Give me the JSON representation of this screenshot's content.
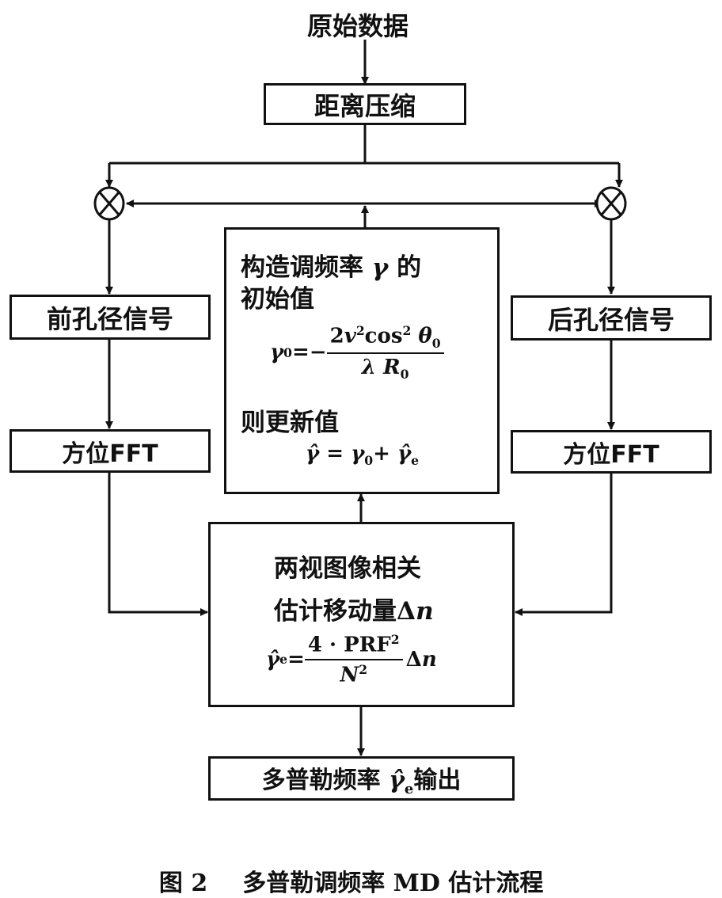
{
  "diagram": {
    "input_label": "原始数据",
    "nodes": {
      "range_compression": "距离压缩",
      "front_aperture": "前孔径信号",
      "rear_aperture": "后孔径信号",
      "azimuth_fft_left": "方位FFT",
      "azimuth_fft_right": "方位FFT",
      "init_box": {
        "line1": "构造调频率",
        "gamma": "γ",
        "line1_suffix": "的",
        "line2": "初始值",
        "formula_lhs": "γ",
        "formula_lhs_sub": "0",
        "formula_eq": "=−",
        "formula_num_a": "2",
        "formula_num_v": "v",
        "formula_num_cos": "cos",
        "formula_num_theta": "θ",
        "formula_num_theta_sub": "0",
        "formula_den_lambda": "λ",
        "formula_den_R": "R",
        "formula_den_R_sub": "0",
        "sup2": "2",
        "update_label": "则更新值",
        "update_formula_lhs": "γ̂",
        "update_formula_eq": " = ",
        "update_formula_g0": "γ",
        "update_formula_g0_sub": "0",
        "update_formula_plus": "+ ",
        "update_formula_ge": "γ̂",
        "update_formula_ge_sub": "e"
      },
      "correlation_box": {
        "line1": "两视图像相关",
        "line2": "估计移动量",
        "delta_n": "Δ",
        "n": "n",
        "formula_lhs": "γ̂",
        "formula_lhs_sub": "e",
        "formula_eq": "=",
        "formula_num": "4 · PRF",
        "formula_num_sup": "2",
        "formula_den": "N",
        "formula_den_sup": "2",
        "formula_tail_delta": "Δ",
        "formula_tail_n": "n"
      },
      "output_box": {
        "prefix": "多普勒频率",
        "gamma": "γ̂",
        "gamma_sub": "e",
        "suffix": "输出"
      }
    },
    "caption": {
      "figure_no": "图 2",
      "title": "多普勒调频率 MD 估计流程"
    }
  }
}
